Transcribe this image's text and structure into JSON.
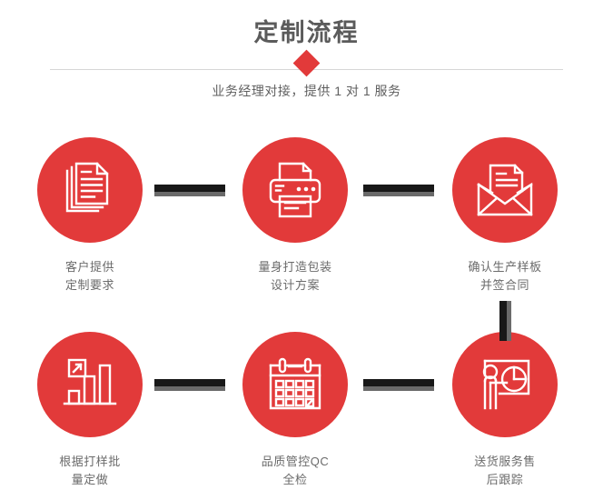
{
  "header": {
    "title": "定制流程",
    "subtitle": "业务经理对接，提供 1 对 1 服务",
    "divider_icon": "diamond-marker",
    "accent_color": "#e23a3a",
    "title_color": "#5b5b5b",
    "subtitle_color": "#5f5f5f",
    "divider_line_color": "#d6d6d6"
  },
  "flow": {
    "connector_color": "#181818",
    "connector_shadow_color": "#6a6a6a",
    "circle_color": "#e23a3a",
    "label_color": "#6b6b6b",
    "steps": [
      {
        "index": 1,
        "icon": "documents-stack-icon",
        "label": "客户提供\n定制要求"
      },
      {
        "index": 2,
        "icon": "printer-icon",
        "label": "量身打造包装\n设计方案"
      },
      {
        "index": 3,
        "icon": "envelope-document-icon",
        "label": "确认生产样板\n并签合同"
      },
      {
        "index": 4,
        "icon": "bar-chart-growth-icon",
        "label": "根据打样批\n量定做"
      },
      {
        "index": 5,
        "icon": "calendar-check-icon",
        "label": "品质管控QC\n全检"
      },
      {
        "index": 6,
        "icon": "presentation-pie-chart-icon",
        "label": "送货服务售\n后跟踪"
      }
    ],
    "connectors": [
      {
        "name": "connector-step1-step2",
        "direction": "horizontal"
      },
      {
        "name": "connector-step2-step3",
        "direction": "horizontal"
      },
      {
        "name": "connector-step3-step6",
        "direction": "vertical"
      },
      {
        "name": "connector-step4-step5",
        "direction": "horizontal"
      },
      {
        "name": "connector-step5-step6",
        "direction": "horizontal"
      }
    ]
  }
}
